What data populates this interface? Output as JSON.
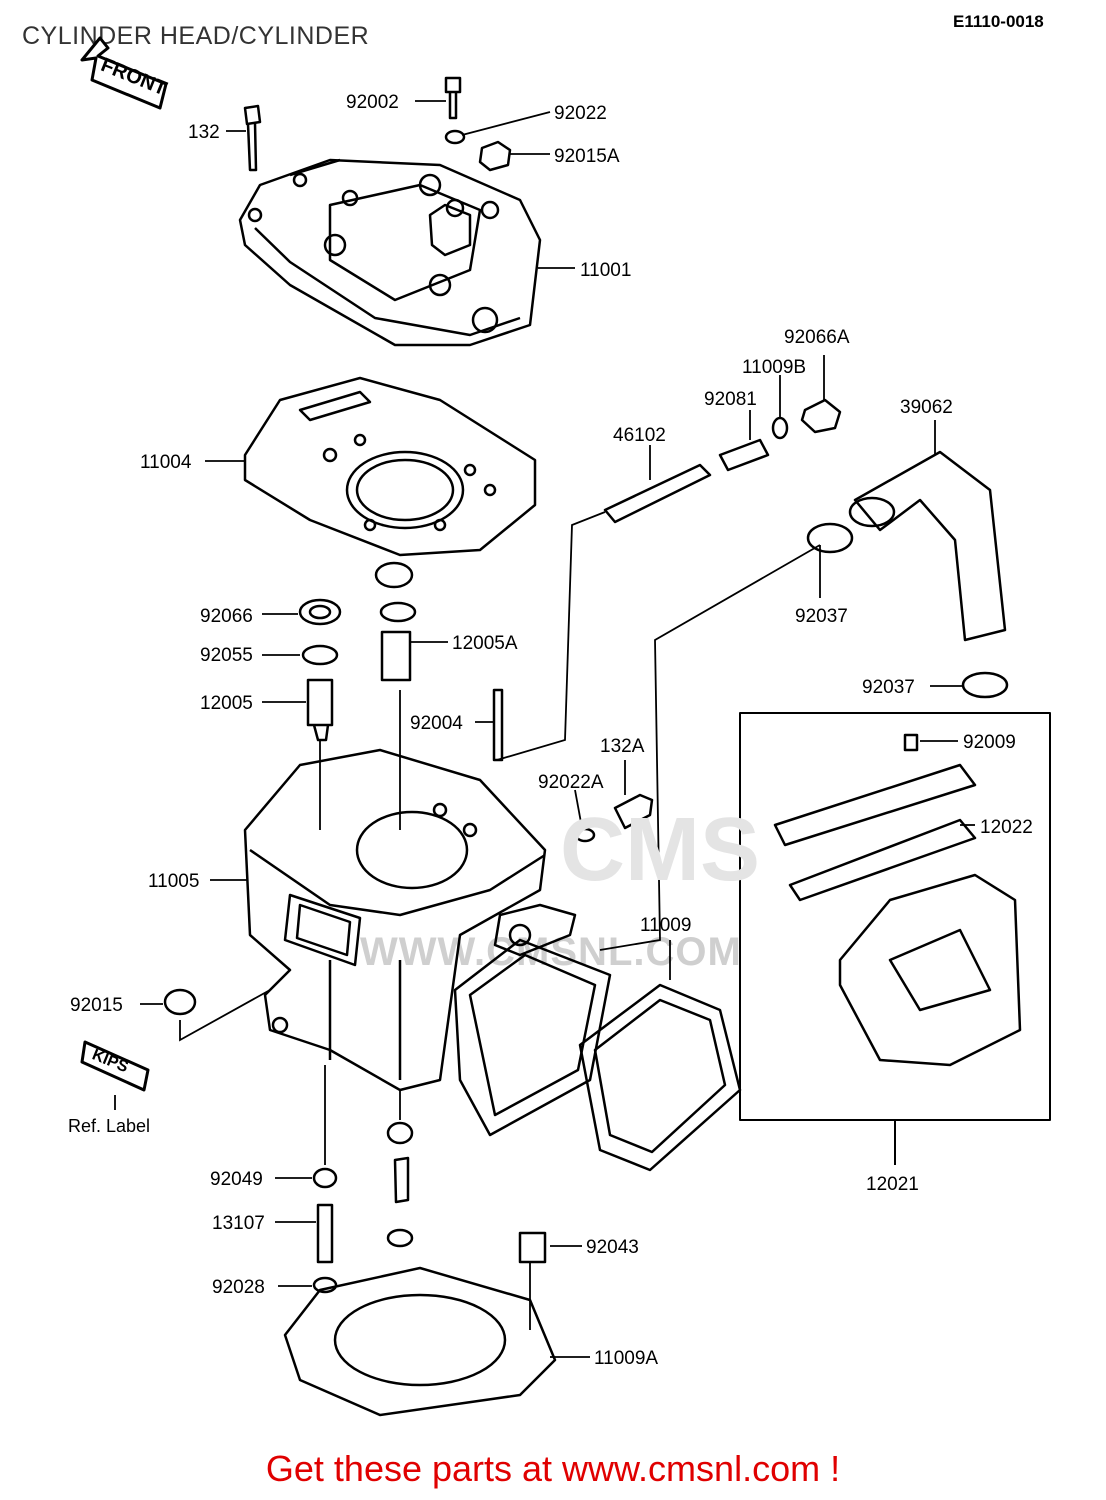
{
  "title": "CYLINDER HEAD/CYLINDER",
  "diagram_code": "E1110-0018",
  "front_label": "FRONT",
  "kips_label": "KIPS",
  "ref_label": "Ref. Label",
  "watermark": "WWW.CMSNL.COM",
  "watermark_big": "CMS",
  "footer": "Get these parts at www.cmsnl.com !",
  "parts": {
    "p92002": "92002",
    "p92022": "92022",
    "p92015A": "92015A",
    "p132": "132",
    "p11001": "11001",
    "p92066A": "92066A",
    "p11009B": "11009B",
    "p92081": "92081",
    "p39062": "39062",
    "p46102": "46102",
    "p11004": "11004",
    "p92037a": "92037",
    "p92066": "92066",
    "p92055": "92055",
    "p12005A": "12005A",
    "p12005": "12005",
    "p92037b": "92037",
    "p92004": "92004",
    "p132A": "132A",
    "p92009": "92009",
    "p92022A": "92022A",
    "p12022": "12022",
    "p11005": "11005",
    "p11009": "11009",
    "p92015": "92015",
    "p12021": "12021",
    "p92049": "92049",
    "p13107": "13107",
    "p92043": "92043",
    "p92028": "92028",
    "p11009A": "11009A"
  }
}
